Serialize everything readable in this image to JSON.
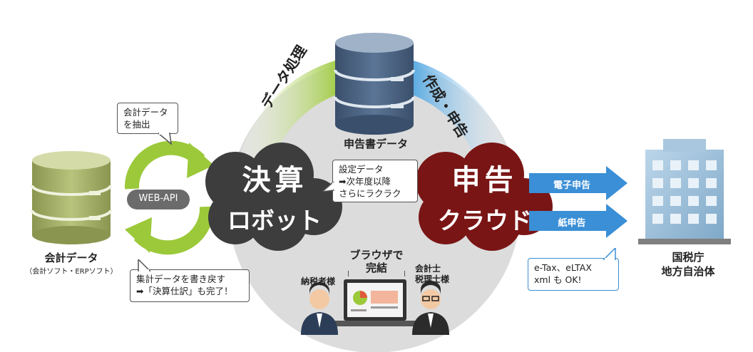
{
  "center": {
    "top_db_label": "申告書データ",
    "ring_left_label": "データ処理",
    "ring_right_label": "作成・申告",
    "robot_title_1": "決算",
    "robot_title_2": "ロボット",
    "cloud_title_1": "申告",
    "cloud_title_2": "クラウド",
    "settings_bubble": [
      "設定データ",
      "➡次年度以降",
      "さらにラクラク"
    ],
    "browser_bubble": [
      "ブラウザで",
      "完結"
    ],
    "person_left": "納税者様",
    "person_right": "会計士\n税理士様"
  },
  "left": {
    "extract_bubble": [
      "会計データ",
      "を抽出"
    ],
    "api_label": "WEB-API",
    "db_label": "会計データ",
    "db_sublabel": "（会計ソフト・ERPソフト）",
    "writeback_bubble": [
      "集計データを書き戻す",
      "➡「決算仕訳」も完了！"
    ]
  },
  "right": {
    "arrow_top": "電子申告",
    "arrow_bottom": "紙申告",
    "ok_bubble": [
      "e-Tax、eLTAX",
      "xml も OK!"
    ],
    "office_label_1": "国税庁",
    "office_label_2": "地方自治体"
  },
  "colors": {
    "robot": "#3d3d3d",
    "cloud": "#7a1515",
    "ring_green": "#9cc93a",
    "ring_blue": "#4aa3e0",
    "arrow_blue": "#3a8fd6",
    "db_green": "#a3b06a",
    "db_blue": "#4d6584"
  }
}
